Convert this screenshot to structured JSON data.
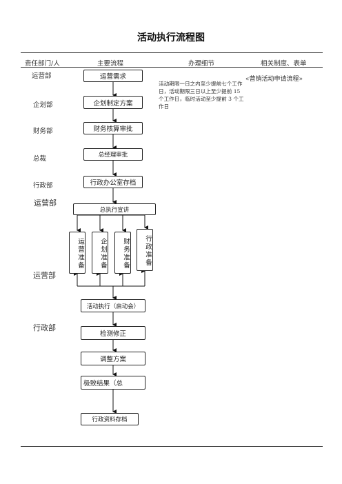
{
  "title": "活动执行流程图",
  "headers": {
    "dept": "责任部门/人",
    "process": "主要流程",
    "detail": "办理细节",
    "related": "相关制度、表单"
  },
  "departments": [
    "运营部",
    "企划部",
    "财务部",
    "总裁",
    "行政部",
    "运营部",
    "运营部",
    "行政部"
  ],
  "steps": {
    "s1": "运营需求",
    "s2": "企划制定方案",
    "s3": "财务核算审批",
    "s4": "总经理审批",
    "s5": "行政办公室存档",
    "s6": "总执行宣讲",
    "p1": "运营准备",
    "p2": "企划准备",
    "p3": "财务准备",
    "p4": "行政准备",
    "s7": "活动执行（启动会）",
    "s8": "检测修正",
    "s9": "调整方案",
    "s10": "极致结果（总",
    "s11": "行政资料存档"
  },
  "detail_note": "活动期限一日之内至少提前七个工作日，活动期限三日以上至少提前 15 个工作日，临时活动至少提前 3 个工作日",
  "related_form": "«营销活动申请流程»"
}
